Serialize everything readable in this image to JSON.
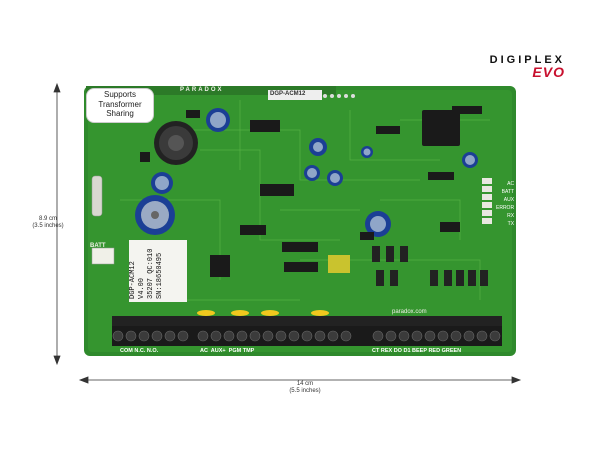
{
  "brand": {
    "line1": "DIGIPLEX",
    "line2": "EVO"
  },
  "dimensions": {
    "height": {
      "metric": "8.9 cm",
      "imperial": "(3.5 inches)"
    },
    "width": {
      "metric": "14 cm",
      "imperial": "(5.5 inches)"
    }
  },
  "board": {
    "model_silk": "DGP-ACM12",
    "brand_silk": "PARADOX",
    "website_silk": "paradox.com",
    "sticker": {
      "line1": "Supports",
      "line2": "Transformer",
      "line3": "Sharing"
    },
    "product_label": {
      "line1": "DGP-ACM12",
      "line2": "V4.00",
      "line3": "35207 QC:010",
      "line4": "SN:18650495"
    },
    "batt_label": "BATT",
    "terminals_left": "COM N.C. N.O.",
    "terminals_mid": "AC  AUX+  PGM TMP",
    "terminals_right": "CT REX DO D1 BEEP RED GREEN",
    "leds": [
      "AC",
      "BATT",
      "AUX",
      "ERROR",
      "RX",
      "TX"
    ]
  },
  "colors": {
    "pcb": "#2f8a2c",
    "pcb_dark": "#1f6a1f",
    "accent_red": "#c8102e"
  }
}
